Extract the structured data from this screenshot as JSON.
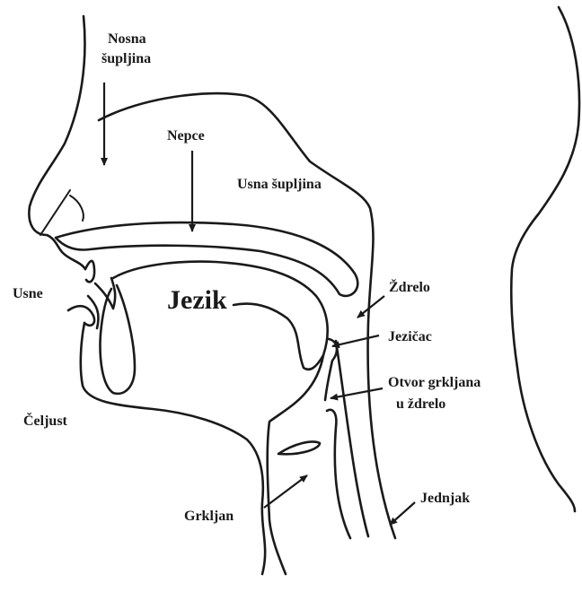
{
  "labels": {
    "nasal_cavity_1": "Nosna",
    "nasal_cavity_2": "šupljina",
    "palate": "Nepce",
    "oral_cavity": "Usna šupljina",
    "lips": "Usne",
    "tongue": "Jezik",
    "pharynx": "Ždrelo",
    "epiglottis": "Jezičac",
    "laryngeal_opening_1": "Otvor grkljana",
    "laryngeal_opening_2": "u ždrelo",
    "jaw": "Čeljust",
    "larynx": "Grkljan",
    "esophagus": "Jednjak"
  }
}
